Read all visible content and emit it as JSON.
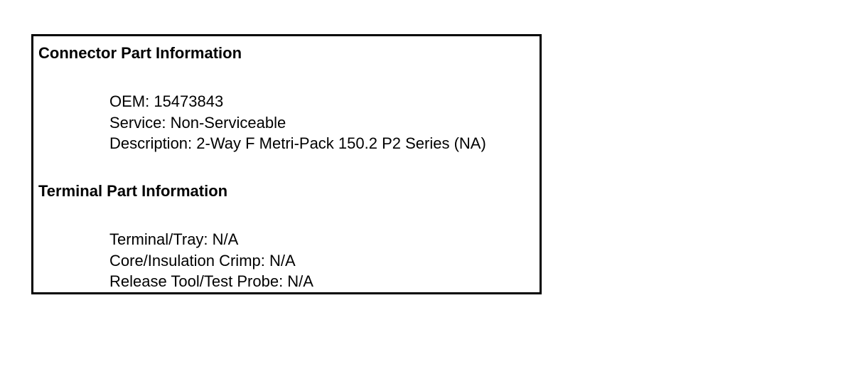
{
  "connector": {
    "heading": "Connector Part Information",
    "lines": [
      "OEM: 15473843",
      "Service: Non-Serviceable",
      "Description: 2-Way F Metri-Pack 150.2 P2 Series (NA)"
    ]
  },
  "terminal": {
    "heading": "Terminal Part Information",
    "lines": [
      "Terminal/Tray: N/A",
      "Core/Insulation Crimp: N/A",
      "Release Tool/Test Probe: N/A"
    ]
  }
}
